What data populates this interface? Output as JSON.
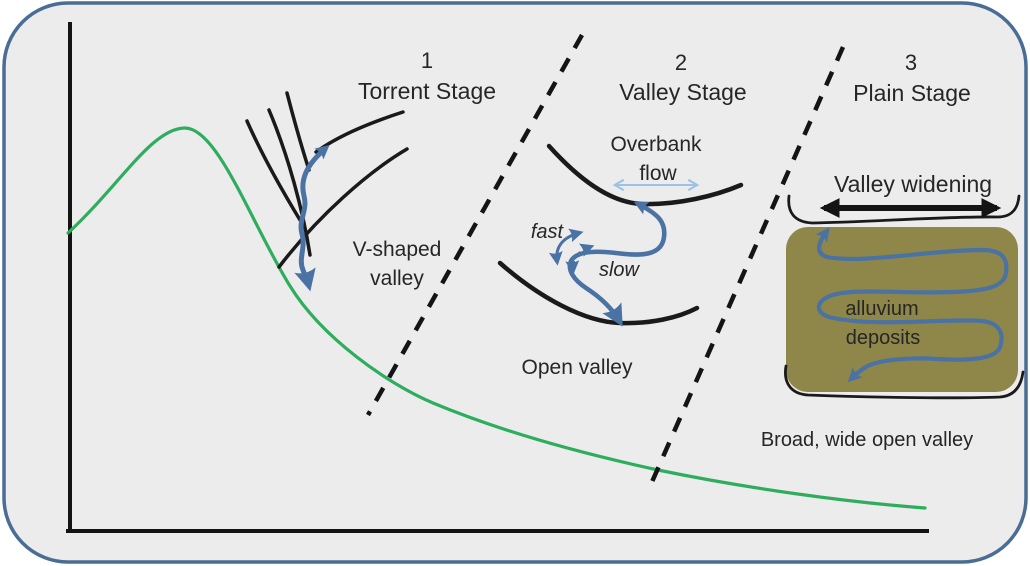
{
  "figure": {
    "type": "diagram",
    "subject": "River evolution stages over a longitudinal stream profile"
  },
  "stage1": {
    "number": "1",
    "title": "Torrent Stage",
    "valley_label_line1": "V-shaped",
    "valley_label_line2": "valley"
  },
  "stage2": {
    "number": "2",
    "title": "Valley Stage",
    "overbank_line1": "Overbank",
    "overbank_line2": "flow",
    "fast_label": "fast",
    "slow_label": "slow",
    "valley_label": "Open valley"
  },
  "stage3": {
    "number": "3",
    "title": "Plain Stage",
    "widening_label": "Valley widening",
    "alluvium_line1": "alluvium",
    "alluvium_line2": "deposits",
    "valley_label": "Broad, wide open valley"
  },
  "colors": {
    "card_border": "#4a6d96",
    "card_background": "#ececec",
    "axis_black": "#141414",
    "line_black": "#1a1a1a",
    "profile_green": "#2fad5f",
    "river_blue": "#4a72a3",
    "light_blue": "#9cc3e5",
    "olive": "#8f8749",
    "text": "#262626"
  }
}
